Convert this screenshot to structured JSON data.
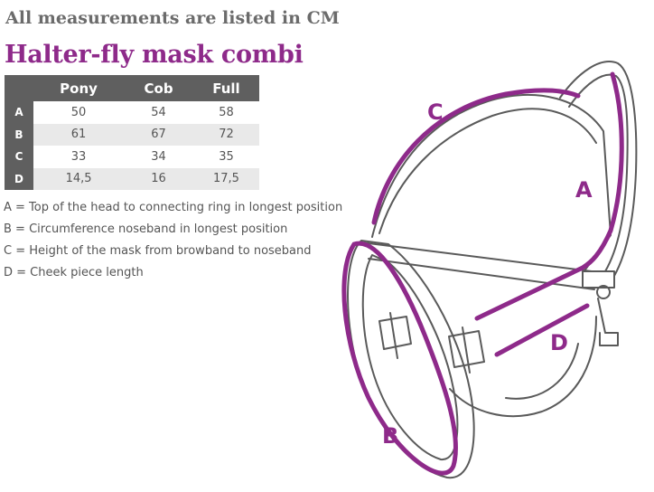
{
  "heading": "All measurements are listed in CM",
  "product_title": "Halter-fly mask combi",
  "size_table": {
    "columns": [
      "",
      "Pony",
      "Cob",
      "Full"
    ],
    "rows": [
      {
        "key": "A",
        "values": [
          "50",
          "54",
          "58"
        ]
      },
      {
        "key": "B",
        "values": [
          "61",
          "67",
          "72"
        ]
      },
      {
        "key": "C",
        "values": [
          "33",
          "34",
          "35"
        ]
      },
      {
        "key": "D",
        "values": [
          "14,5",
          "16",
          "17,5"
        ]
      }
    ]
  },
  "legend": [
    "A = Top of the head to connecting ring in longest position",
    "B = Circumference noseband in longest position",
    "C = Height of the mask from browband to noseband",
    "D = Cheek piece length"
  ],
  "diagram": {
    "labels": {
      "a": "A",
      "b": "B",
      "c": "C",
      "d": "D"
    },
    "colors": {
      "accent": "#8e2a8a",
      "line": "#5a5a5a",
      "header": "#5f5f5f"
    }
  }
}
